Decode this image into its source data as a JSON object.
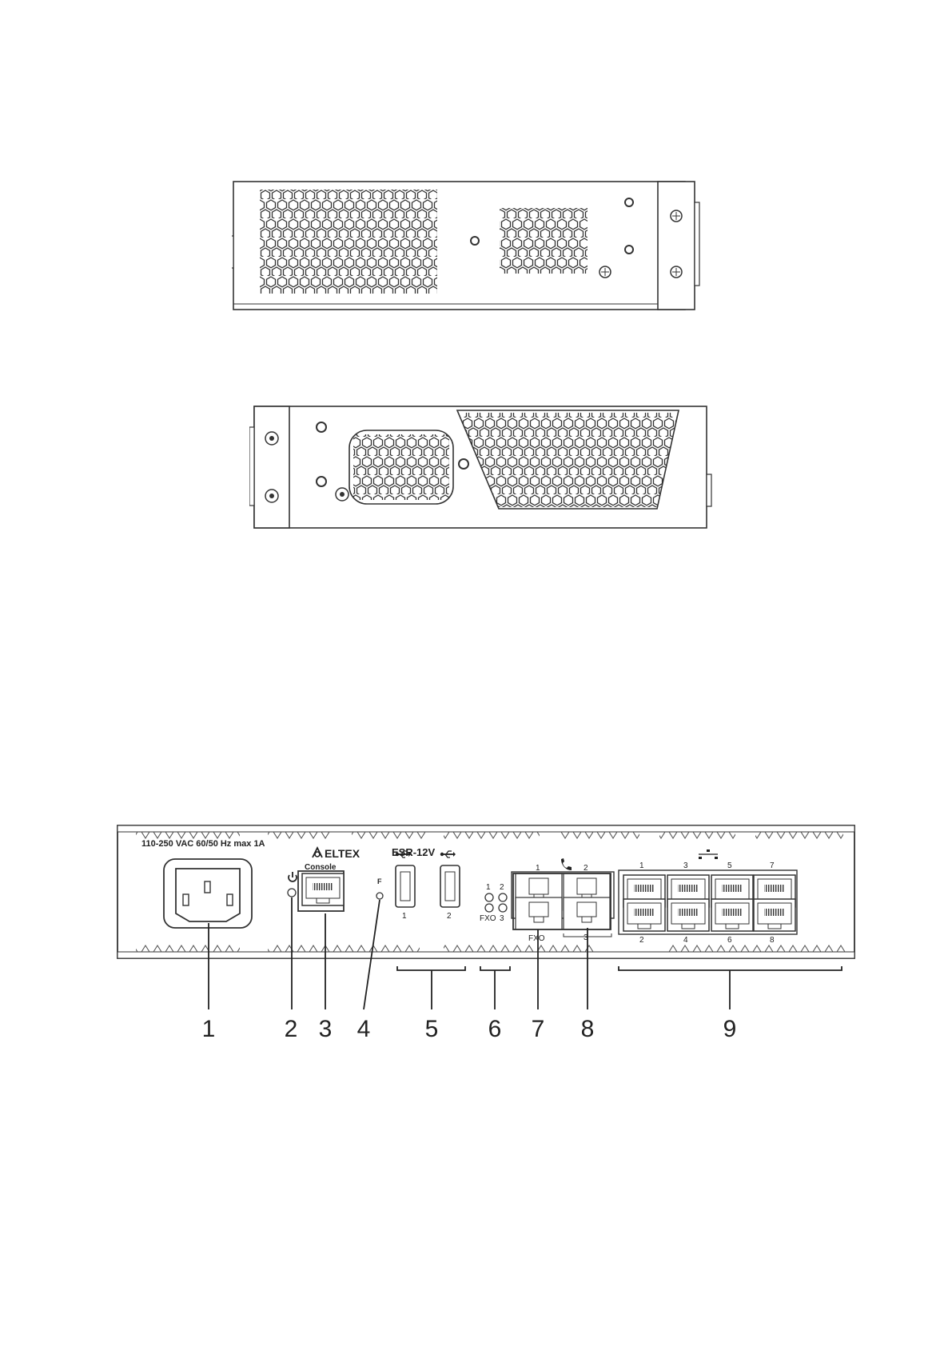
{
  "diagram": {
    "panel": {
      "power_rating": "110-250 VAC 60/50 Hz max 1A",
      "brand": "ELTEX",
      "model": "ESR-12V",
      "console_label": "Console",
      "f_label": "F",
      "usb_ports": [
        "1",
        "2"
      ],
      "led_labels": {
        "one": "1",
        "two": "2",
        "fxo": "FXO",
        "three": "3"
      },
      "fxs_ports": {
        "top_left": "1",
        "top_right": "2",
        "bottom_right": "3"
      },
      "fxo_label": "FXO",
      "lan_top": [
        "1",
        "3",
        "5",
        "7"
      ],
      "lan_bottom": [
        "2",
        "4",
        "6",
        "8"
      ]
    },
    "callouts": [
      "1",
      "2",
      "3",
      "4",
      "5",
      "6",
      "7",
      "8",
      "9"
    ],
    "icons": {
      "power": "power-icon",
      "usb": "usb-icon",
      "phone": "phone-icon",
      "network": "network-icon",
      "brand_logo": "eltex-logo-icon",
      "screw": "screw-icon",
      "vent": "hex-vent-grille"
    }
  }
}
